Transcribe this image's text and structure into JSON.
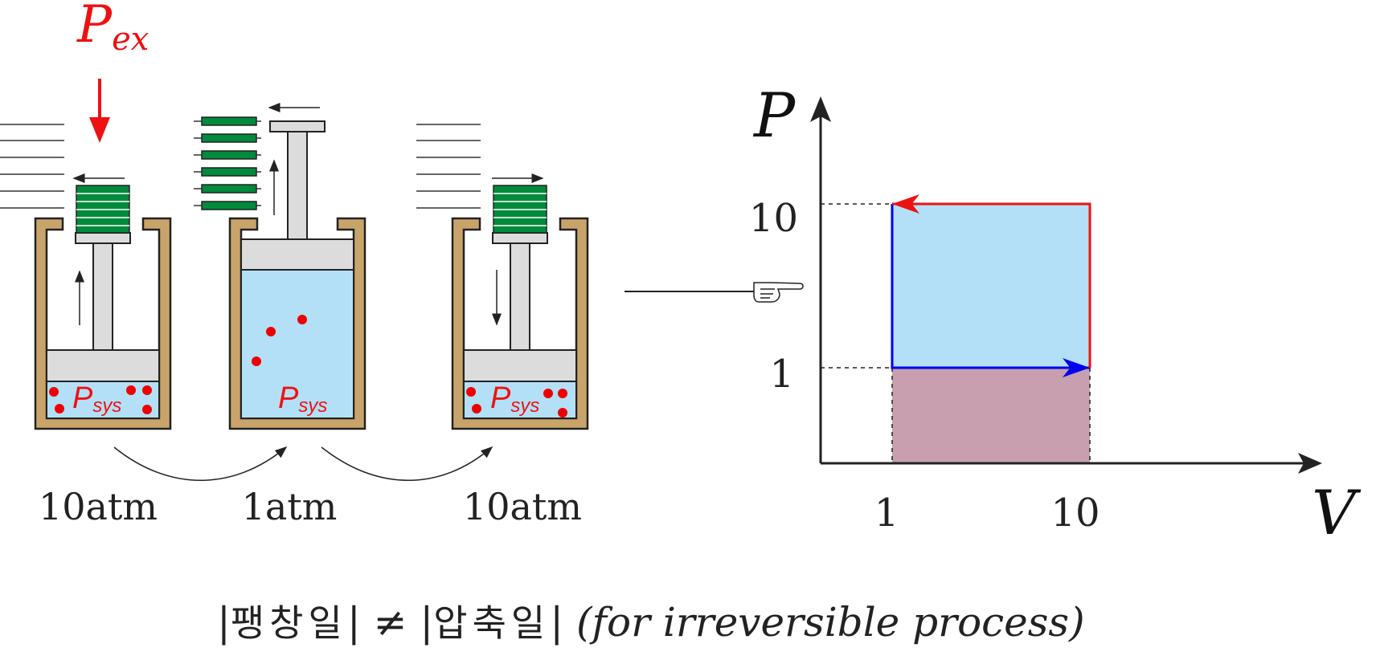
{
  "external_pressure_label": {
    "main": "P",
    "sub": "ex"
  },
  "system_pressure_label": {
    "main": "P",
    "sub": "sys"
  },
  "states": [
    {
      "pressure": "10atm"
    },
    {
      "pressure": "1atm"
    },
    {
      "pressure": "10atm"
    }
  ],
  "pointer_icon": "pointing-hand-icon",
  "graph": {
    "y_axis_label": "P",
    "x_axis_label": "V",
    "y_ticks": [
      "10",
      "1"
    ],
    "x_ticks": [
      "1",
      "10"
    ]
  },
  "chart_data": {
    "type": "area",
    "xlabel": "V",
    "ylabel": "P",
    "x_ticks": [
      1,
      10
    ],
    "y_ticks": [
      1,
      10
    ],
    "paths": [
      {
        "name": "",
        "color": "#0000ee",
        "points": [
          [
            1,
            10
          ],
          [
            1,
            1
          ],
          [
            10,
            1
          ]
        ],
        "arrow": "end"
      },
      {
        "name": "",
        "color": "#ee1111",
        "points": [
          [
            10,
            1
          ],
          [
            10,
            10
          ],
          [
            1,
            10
          ]
        ],
        "arrow": "end"
      }
    ],
    "regions": [
      {
        "color": "#b3e0f7",
        "x": [
          1,
          10
        ],
        "y": [
          1,
          10
        ]
      },
      {
        "color": "#c79fae",
        "x": [
          1,
          10
        ],
        "y": [
          0,
          1
        ]
      }
    ],
    "dashed_guides": true
  },
  "formula": {
    "bar_open": "|",
    "expansion_work": "팽창일",
    "bar_close": "|",
    "neq": "≠",
    "compression_work": "압축일",
    "condition": "(for irreversible process)"
  },
  "colors": {
    "container": "#c9a46a",
    "weights": "#008a3c",
    "gas": "#b3e0f7",
    "particles": "#ee0000",
    "red_path": "#ee1111",
    "blue_path": "#0000ee",
    "work_area": "#c79fae"
  }
}
